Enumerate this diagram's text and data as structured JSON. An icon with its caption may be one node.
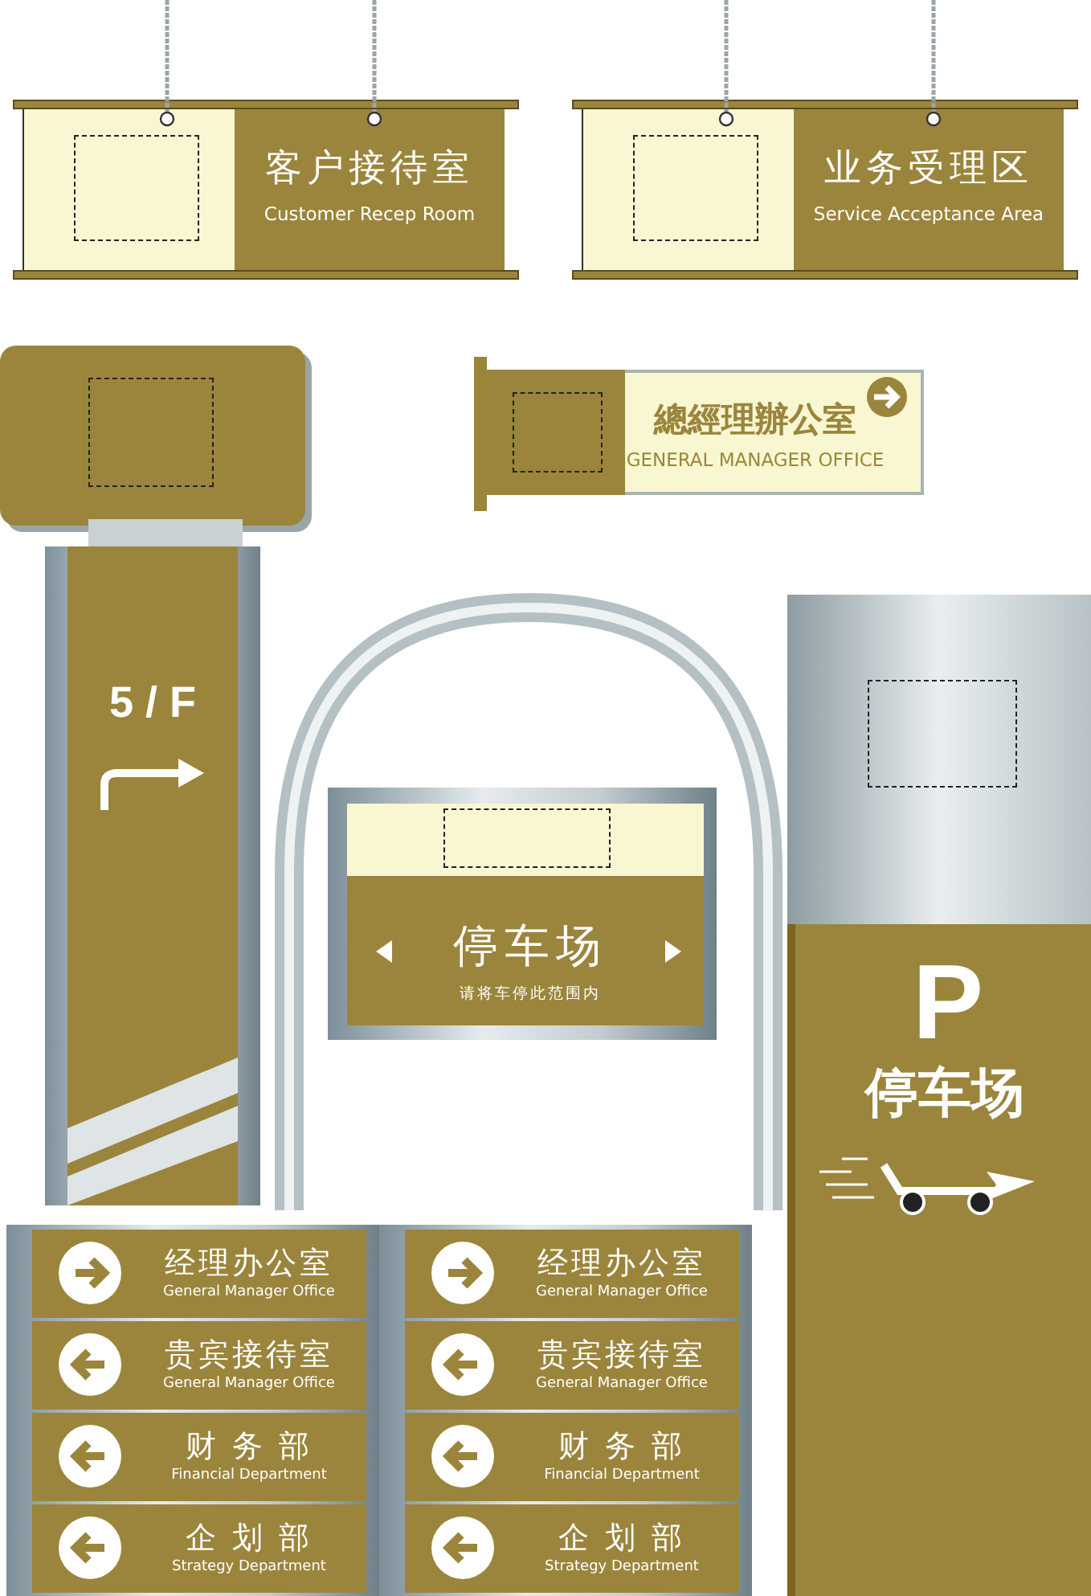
{
  "diagram": {
    "nodes": [
      {
        "text": [
          "客户接待室",
          "Customer Recep Room"
        ]
      },
      {
        "text": [
          "业务受理区",
          "Service Acceptance Area"
        ]
      },
      {
        "text": [
          "總經理辦公室",
          "GENERAL MANAGER OFFICE"
        ]
      },
      {
        "text": [
          "5 / F"
        ]
      },
      {
        "text": [
          "停车场",
          "请将车停此范围内"
        ]
      },
      {
        "text": [
          "P",
          "停车场"
        ]
      },
      {
        "text": [],
        "shape": "box"
      },
      {
        "text": [
          "经理办公室",
          "General Manager Office"
        ],
        "in": 6
      },
      {
        "text": [
          "贵宾接待室",
          "General Manager Office"
        ],
        "in": 6
      },
      {
        "text": [
          "财 务 部",
          "Financial Department"
        ],
        "in": 6
      },
      {
        "text": [
          "企 划 部",
          "Strategy Department"
        ],
        "in": 6
      },
      {
        "text": [],
        "shape": "box"
      },
      {
        "text": [
          "经理办公室",
          "General Manager Office"
        ],
        "in": 11
      },
      {
        "text": [
          "贵宾接待室",
          "General Manager Office"
        ],
        "in": 11
      },
      {
        "text": [
          "财 务 部",
          "Financial Department"
        ],
        "in": 11
      },
      {
        "text": [
          "企 划 部",
          "Strategy Department"
        ],
        "in": 11
      }
    ]
  }
}
